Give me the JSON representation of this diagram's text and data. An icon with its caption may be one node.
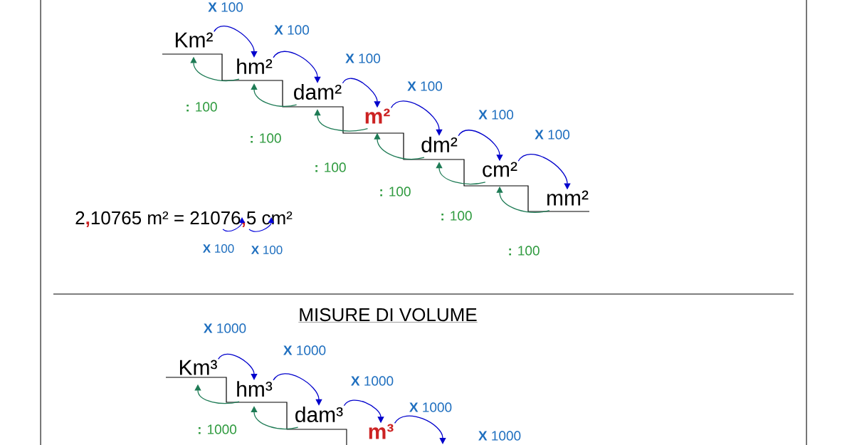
{
  "diagram": {
    "nodes": [
      {
        "text": [
          "Km²"
        ]
      },
      {
        "text": [
          "hm²"
        ]
      },
      {
        "text": [
          "dam²"
        ]
      },
      {
        "text": [
          "m²"
        ]
      },
      {
        "text": [
          "dm²"
        ]
      },
      {
        "text": [
          "cm²"
        ]
      },
      {
        "text": [
          "mm²"
        ]
      },
      {
        "text": [
          "Km³"
        ]
      },
      {
        "text": [
          "hm³"
        ]
      },
      {
        "text": [
          "dam³"
        ]
      },
      {
        "text": [
          "m³"
        ]
      }
    ],
    "edges": [
      {
        "from": 0,
        "to": 1,
        "arrow": "to",
        "label": "**X** 100"
      },
      {
        "from": 1,
        "to": 2,
        "arrow": "to",
        "label": "**X** 100"
      },
      {
        "from": 2,
        "to": 3,
        "arrow": "to",
        "label": "**X** 100"
      },
      {
        "from": 3,
        "to": 4,
        "arrow": "to",
        "label": "**X** 100"
      },
      {
        "from": 4,
        "to": 5,
        "arrow": "to",
        "label": "**X** 100"
      },
      {
        "from": 5,
        "to": 6,
        "arrow": "to",
        "label": "**X** 100"
      },
      {
        "from": 1,
        "to": 0,
        "arrow": "to",
        "label": "**:** 100",
        "color": "#1e7b55"
      },
      {
        "from": 2,
        "to": 1,
        "arrow": "to",
        "label": "**:** 100",
        "color": "#1e7b55"
      },
      {
        "from": 3,
        "to": 2,
        "arrow": "to",
        "label": "**:** 100",
        "color": "#1e7b55"
      },
      {
        "from": 4,
        "to": 3,
        "arrow": "to",
        "label": "**:** 100",
        "color": "#1e7b55"
      },
      {
        "from": 5,
        "to": 4,
        "arrow": "to",
        "label": "**:** 100",
        "color": "#1e7b55"
      },
      {
        "from": 6,
        "to": 5,
        "arrow": "to",
        "label": "**:** 100",
        "color": "#1e7b55"
      },
      {
        "from": 7,
        "to": 8,
        "arrow": "to",
        "label": "**X** 1000"
      },
      {
        "from": 8,
        "to": 9,
        "arrow": "to",
        "label": "**X** 1000"
      },
      {
        "from": 9,
        "to": 10,
        "arrow": "to",
        "label": "**X** 1000"
      },
      {
        "from": 10,
        "to": null,
        "arrow": "to",
        "label": "**X** 1000"
      },
      {
        "from": 8,
        "to": 7,
        "arrow": "to",
        "label": "**:** 1000",
        "color": "#1e7b55"
      },
      {
        "from": 9,
        "to": 8,
        "arrow": "to",
        "color": "#1e7b55"
      }
    ],
    "labels": [
      "2",
      ",",
      "10765 m² = 21076",
      ",",
      "5 cm²",
      "**X** 100",
      "**X** 100",
      "MISURE DI VOLUME",
      "**X** 1000"
    ]
  }
}
